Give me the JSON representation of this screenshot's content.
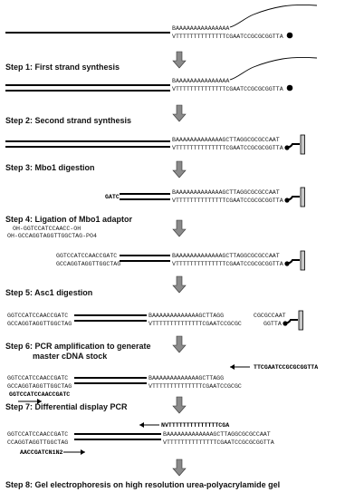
{
  "steps": [
    "Step 1: First strand synthesis",
    "Step 2: Second strand synthesis",
    "Step 3: Mbo1 digestion",
    "Step 4: Ligation of Mbo1 adaptor",
    "Step 5: Asc1 digestion",
    "Step 6: PCR amplification to generate",
    "master cDNA stock",
    "Step 7: Differential display PCR",
    "Step 8: Gel electrophoresis on high resolution urea-polyacrylamide gel"
  ],
  "sequences": {
    "polyA": "BAAAAAAAAAAAAAAA",
    "oligodT": "VTTTTTTTTTTTTTTCGAATCCGCGCGGTTA",
    "s2_top": "BAAAAAAAAAAAAAGCTTAGGCGCGCCAAT",
    "s2_bot": "VTTTTTTTTTTTTTTCGAATCCGCGCGGTTA",
    "gatc": "GATC",
    "adaptor_top": "OH-GGTCCATCCAACC-OH",
    "adaptor_bot": "OH-GCCAGGTAGGTTGGCTAG-PO4",
    "lig_top_left": "GGTCCATCCAACCGATC",
    "lig_bot_left": "GCCAGGTAGGTTGGCTAG",
    "s5_top_right": "BAAAAAAAAAAAAAGCTTAGG",
    "s5_bot_right": "VTTTTTTTTTTTTTTCGAATCCGCGC",
    "asc_top": "CGCGCCAAT",
    "asc_bot": "GGTTA",
    "s6_primer_right": "TTCGAATCCGCGCGGTTA",
    "s6_top_right": "BAAAAAAAAAAAAAGCTTAGG",
    "s6_bot_right": "VTTTTTTTTTTTTTTCGAATCCGCGC",
    "s6_primer_left": "GGTCCATCCAACCGATC",
    "s7_primer_right": "NVTTTTTTTTTTTTTTCGA",
    "s7_top_left": "GGTCCATCCAACCGATC",
    "s7_bot_left": "CCAGGTAGGTTGGCTAG",
    "s7_top_right": "BAAAAAAAAAAAAAGCTTAGGCGCGCCAAT",
    "s7_bot_right": "VTTTTTTTTTTTTTTCGAATCCGCGCGGTTA",
    "s7_primer_left": "AACCGATCN1N2"
  }
}
